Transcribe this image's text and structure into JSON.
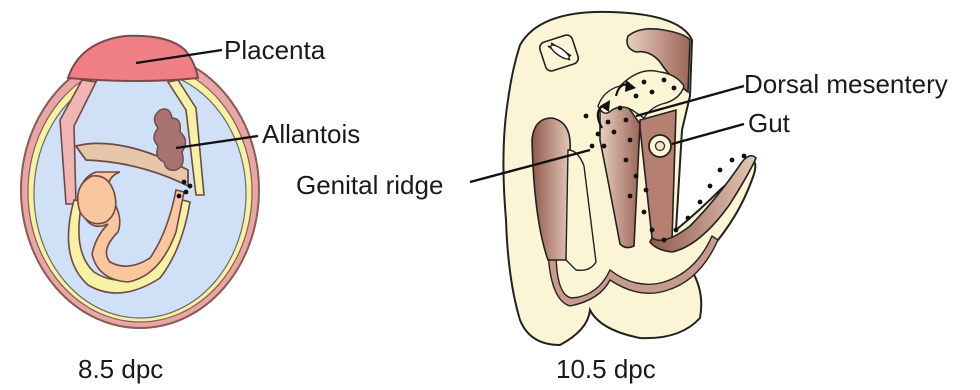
{
  "panels": [
    {
      "caption": "8.5 dpc",
      "labels": {
        "placenta": "Placenta",
        "allantois": "Allantois"
      }
    },
    {
      "caption": "10.5 dpc",
      "labels": {
        "dorsal_mesentery": "Dorsal mesentery",
        "gut": "Gut",
        "genital_ridge": "Genital ridge"
      }
    }
  ],
  "colors": {
    "amniotic_blue": "#cfe0f7",
    "outer_membrane": "#e9a6a6",
    "placenta": "#f07f85",
    "yolk_yellow": "#f7f2a3",
    "embryo_orange": "#f8c79e",
    "allantois_brown": "#a9736f",
    "tissue_cream": "#fbf5d5",
    "mesoderm_brown": "#b57f71",
    "germ_cell": "#111111"
  }
}
